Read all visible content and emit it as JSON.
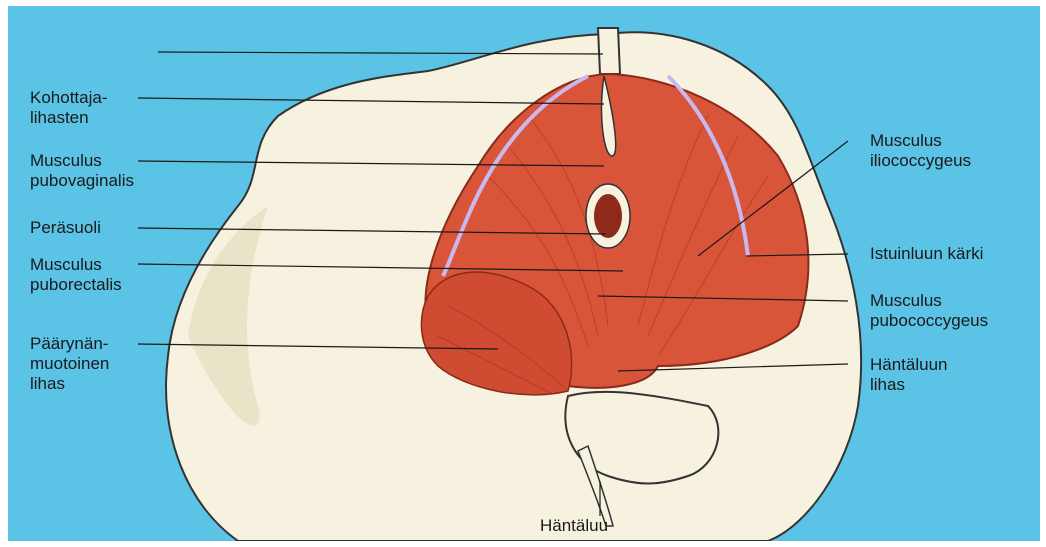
{
  "labels": {
    "top_blank": "",
    "kohottaja": "Kohottaja-\nlihasten",
    "pubovaginalis": "Musculus\npubovaginalis",
    "perasuoli": "Peräsuoli",
    "puborectalis": "Musculus\npuborectalis",
    "paarynan": "Päärynän-\nmuotoinen\nlihas",
    "iliococcygeus": "Musculus\niliococcygeus",
    "istuinluun": "Istuinluun kärki",
    "pubococcygeus": "Musculus\npubococcygeus",
    "hantaluun_lihas": "Häntäluun\nlihas",
    "hantaluu": "Häntäluu"
  },
  "colors": {
    "background": "#5bc3e6",
    "bone": "#f6f2df",
    "bone_outline": "#333333",
    "muscle": "#d9553a",
    "muscle_dark": "#b83a22",
    "nerve": "#c9b8f0"
  }
}
